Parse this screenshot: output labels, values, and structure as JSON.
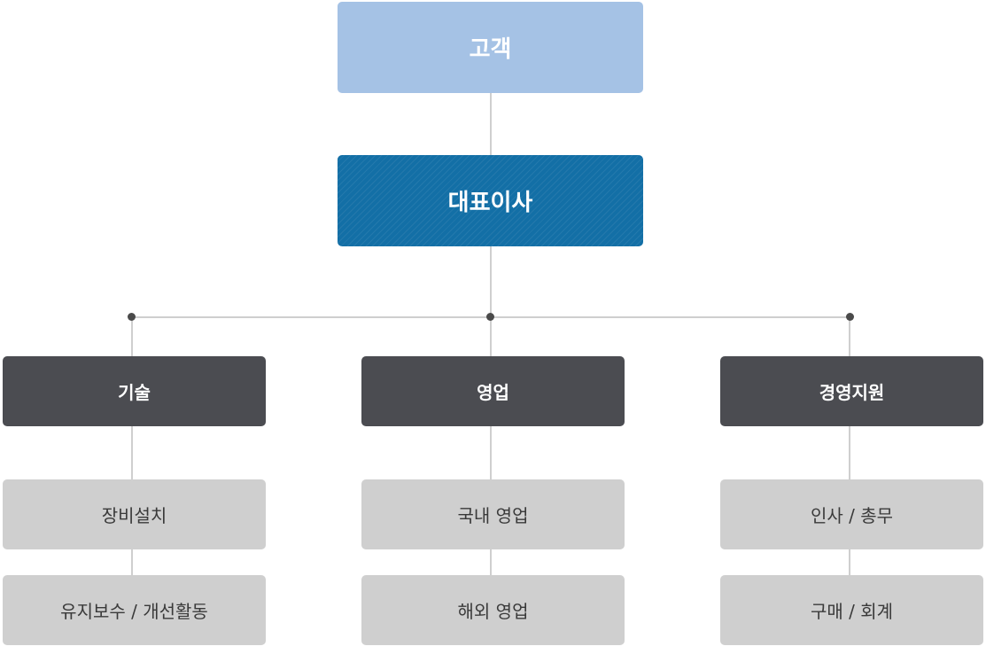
{
  "customer": {
    "label": "고객"
  },
  "ceo": {
    "label": "대표이사"
  },
  "departments": [
    {
      "label": "기술",
      "teams": [
        "장비설치",
        "유지보수 / 개선활동"
      ]
    },
    {
      "label": "영업",
      "teams": [
        "국내 영업",
        "해외 영업"
      ]
    },
    {
      "label": "경영지원",
      "teams": [
        "인사 / 총무",
        "구매 / 회계"
      ]
    }
  ],
  "colors": {
    "customer_box": "#a5c2e5",
    "ceo_box": "#136fa6",
    "department_box": "#4b4c51",
    "team_box": "#cfcfcf",
    "connector": "#cfcfcf",
    "junction_dot": "#4a4a4a"
  }
}
